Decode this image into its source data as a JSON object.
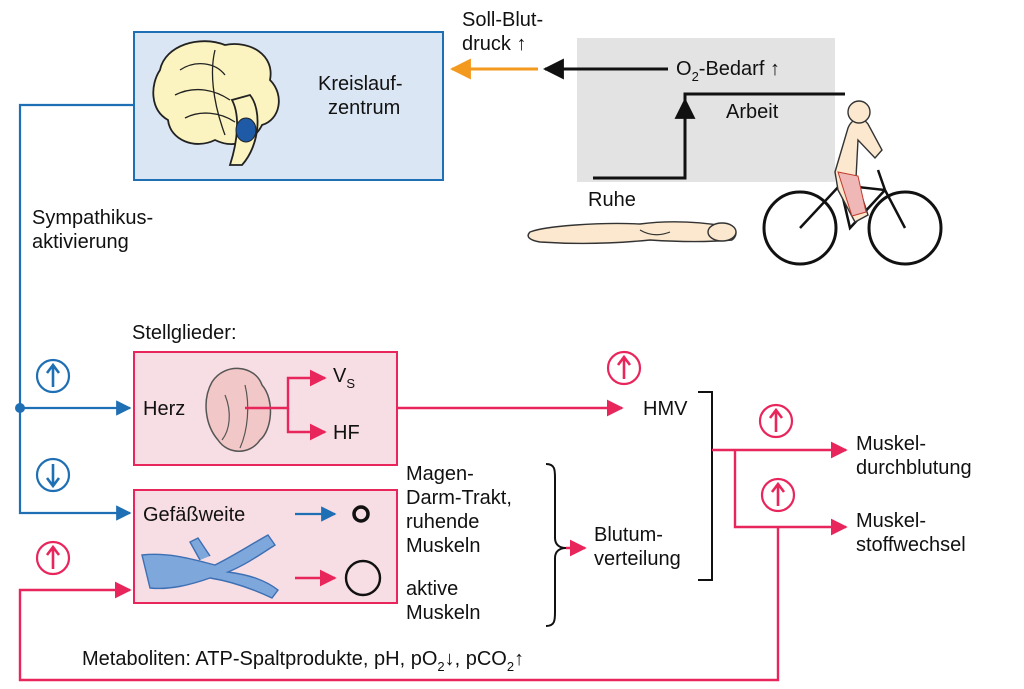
{
  "colors": {
    "blue": "#1f6fb4",
    "red": "#e8265c",
    "orange": "#f39a1e",
    "box_blue_fill": "#dbe6f4",
    "box_red_fill": "#f7dde4",
    "gray_panel": "#e3e3e3"
  },
  "labels": {
    "soll_line1": "Soll-Blut-",
    "soll_line2": "druck",
    "up_arrow": "↑",
    "down_arrow": "↓",
    "o2_prefix": "O",
    "o2_sub": "2",
    "o2_suffix": "-Bedarf",
    "arbeit": "Arbeit",
    "ruhe": "Ruhe",
    "kreislauf_line1": "Kreislauf-",
    "kreislauf_line2": "zentrum",
    "sympathikus_line1": "Sympathikus-",
    "sympathikus_line2": "aktivierung",
    "stellglieder": "Stellglieder:",
    "herz": "Herz",
    "vs_main": "V",
    "vs_sub": "S",
    "hf": "HF",
    "hmv": "HMV",
    "gefaessweite": "Gefäßweite",
    "magen_line1": "Magen-",
    "magen_line2": "Darm-Trakt,",
    "magen_line3": "ruhende",
    "magen_line4": "Muskeln",
    "aktive_line1": "aktive",
    "aktive_line2": "Muskeln",
    "blutum_line1": "Blutum-",
    "blutum_line2": "verteilung",
    "durch_line1": "Muskel-",
    "durch_line2": "durchblutung",
    "stoff_line1": "Muskel-",
    "stoff_line2": "stoffwechsel",
    "meta_prefix": "Metaboliten: ATP-Spaltprodukte, pH, pO",
    "meta_sub1": "2",
    "meta_mid": ", pCO",
    "meta_sub2": "2"
  },
  "icons": {
    "brain": "brain-icon",
    "heart": "heart-icon",
    "vessel": "blood-vessel-icon",
    "person_lying": "resting-person-icon",
    "cyclist": "cyclist-icon"
  }
}
